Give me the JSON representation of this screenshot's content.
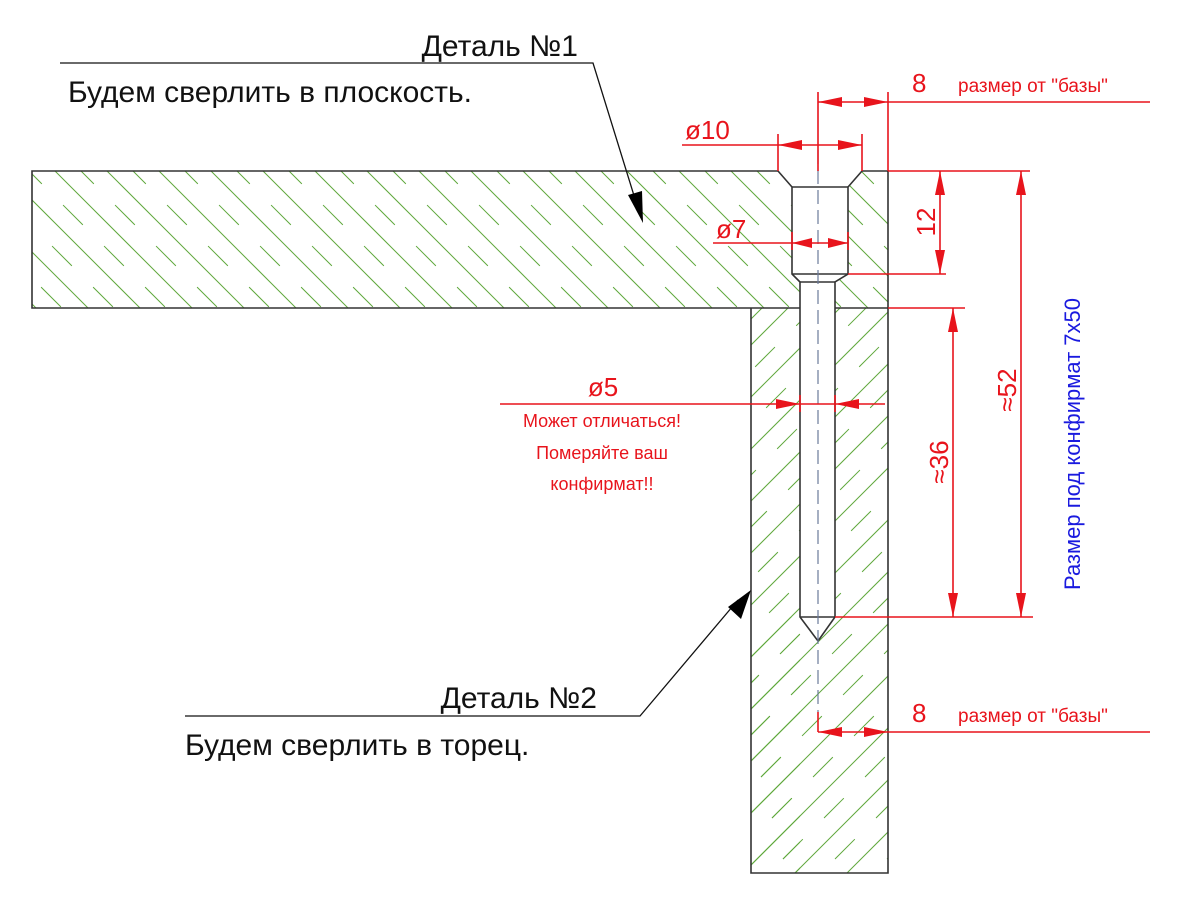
{
  "colors": {
    "outline": "#333333",
    "hatch": "#5fa83c",
    "dimension": "#e8141c",
    "note_blue": "#1a1adf",
    "text": "#111111"
  },
  "part1": {
    "title": "Деталь №1",
    "subtitle": "Будем сверлить в плоскость."
  },
  "part2": {
    "title": "Деталь №2",
    "subtitle": "Будем сверлить в торец."
  },
  "dimensions": {
    "top_offset": {
      "value": "8",
      "note": "размер от \"базы\""
    },
    "bottom_offset": {
      "value": "8",
      "note": "размер от \"базы\""
    },
    "countersink_diameter": "ø10",
    "bore_diameter": "ø7",
    "shank_diameter": "ø5",
    "bore_depth": "12",
    "edge_depth": "≈36",
    "total_depth": "≈52"
  },
  "warning_note": {
    "lines": [
      "Может отличаться!",
      "Померяйте ваш",
      "конфирмат!!"
    ]
  },
  "side_note": "Размер под конфирмат 7x50"
}
